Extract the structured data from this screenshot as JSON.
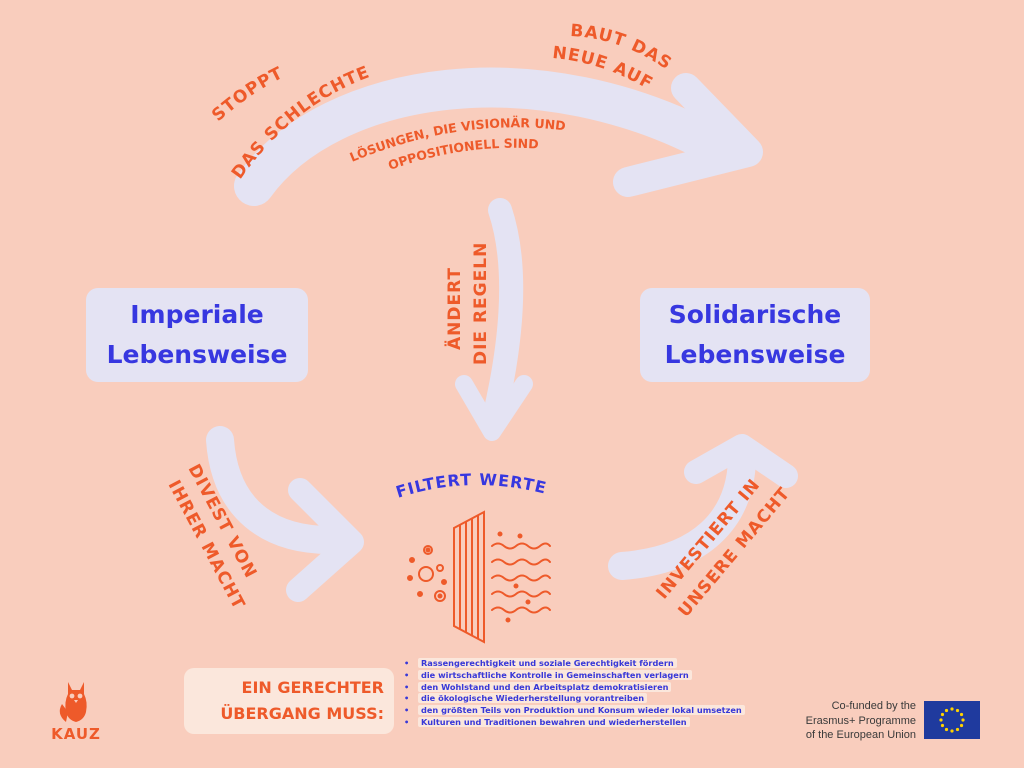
{
  "nodes": {
    "imperial": [
      "Imperiale",
      "Lebensweise"
    ],
    "solidarity": [
      "Solidarische",
      "Lebensweise"
    ]
  },
  "arrows": {
    "stop": [
      "STOPPT",
      "DAS SCHLECHTE"
    ],
    "build": [
      "BAUT DAS",
      "NEUE AUF"
    ],
    "solutions": [
      "LÖSUNGEN, DIE VISIONÄR UND",
      "OPPOSITIONELL SIND"
    ],
    "rules": [
      "ÄNDERT",
      "DIE REGELN"
    ],
    "divest": [
      "DIVEST VON",
      "IHRER MACHT"
    ],
    "invest": [
      "INVESTIERT IN",
      "UNSERE MACHT"
    ]
  },
  "filter": {
    "label": "FILTERT WERTE"
  },
  "transition": {
    "heading": [
      "EIN GERECHTER",
      "ÜBERGANG MUSS:"
    ],
    "items": [
      "Rassengerechtigkeit und soziale Gerechtigkeit fördern",
      "die wirtschaftliche Kontrolle in Gemeinschaften verlagern",
      "den Wohlstand und den Arbeitsplatz demokratisieren",
      "die ökologische Wiederherstellung vorantreiben",
      "den größten Teils von Produktion und Konsum wieder lokal umsetzen",
      "Kulturen und Traditionen bewahren und wiederherstellen"
    ]
  },
  "logo": {
    "text": "KAUZ",
    "icon": "owl-icon"
  },
  "funding": {
    "lines": [
      "Co-funded by the",
      "Erasmus+ Programme",
      "of the European Union"
    ],
    "icon": "eu-flag-icon"
  },
  "colors": {
    "background": "#f9cdbd",
    "accent_orange": "#ee5a2a",
    "accent_blue": "#3737e0",
    "arrow": "#e4e3f3"
  }
}
